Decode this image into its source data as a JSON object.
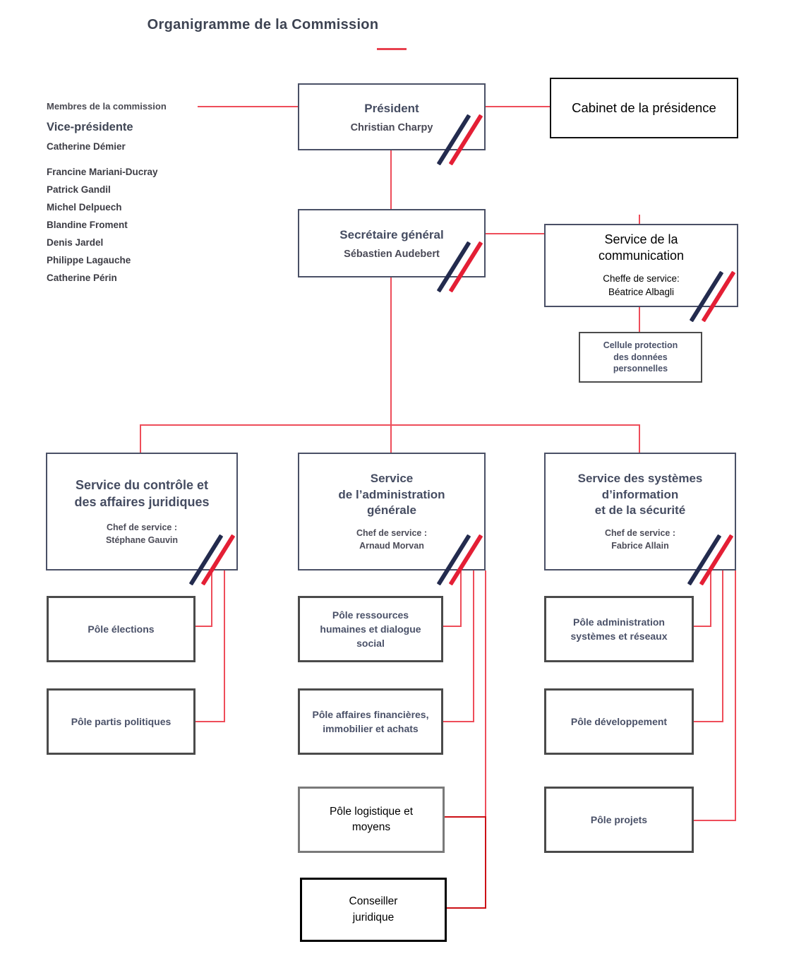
{
  "title": "Organigramme de la Commission",
  "members": {
    "label": "Membres de la commission",
    "vp_title": "Vice-présidente",
    "vp_name": "Catherine Démier",
    "names": [
      "Francine Mariani-Ducray",
      "Patrick Gandil",
      "Michel Delpuech",
      "Blandine Froment",
      "Denis Jardel",
      "Philippe Lagauche",
      "Catherine Périn"
    ]
  },
  "nodes": {
    "president": {
      "title": "Président",
      "name": "Christian Charpy"
    },
    "cabinet": {
      "label": "Cabinet de la présidence"
    },
    "secretary": {
      "title": "Secrétaire général",
      "name": "Sébastien Audebert"
    },
    "communication": {
      "title": "Service de la\ncommunication",
      "chief_label": "Cheffe de service:",
      "chief_name": "Béatrice Albagli"
    },
    "cellule": {
      "label": "Cellule protection\ndes données\npersonnelles"
    }
  },
  "services": [
    {
      "title": "Service du contrôle et\ndes affaires juridiques",
      "chief_label": "Chef de service :",
      "chief_name": "Stéphane Gauvin"
    },
    {
      "title": "Service\nde l’administration\ngénérale",
      "chief_label": "Chef de service :",
      "chief_name": "Arnaud Morvan"
    },
    {
      "title": "Service des systèmes\nd’information\net de la sécurité",
      "chief_label": "Chef de service :",
      "chief_name": "Fabrice Allain"
    }
  ],
  "poles": {
    "left": [
      {
        "label": "Pôle élections"
      },
      {
        "label": "Pôle partis politiques"
      }
    ],
    "middle": [
      {
        "label": "Pôle ressources\nhumaines et dialogue\nsocial"
      },
      {
        "label": "Pôle affaires financières,\nimmobilier et achats"
      },
      {
        "label": "Pôle logistique et\nmoyens"
      }
    ],
    "conseiller": {
      "label": "Conseiller\njuridique"
    },
    "right": [
      {
        "label": "Pôle administration\nsystèmes et réseaux"
      },
      {
        "label": "Pôle développement"
      },
      {
        "label": "Pôle projets"
      }
    ]
  },
  "colors": {
    "connector_red": "#ee4d5a",
    "connector_dark_red": "#cc1016",
    "stripe_navy": "#232b4e",
    "stripe_red": "#e41f35",
    "accent_dash": "#e8414f"
  }
}
